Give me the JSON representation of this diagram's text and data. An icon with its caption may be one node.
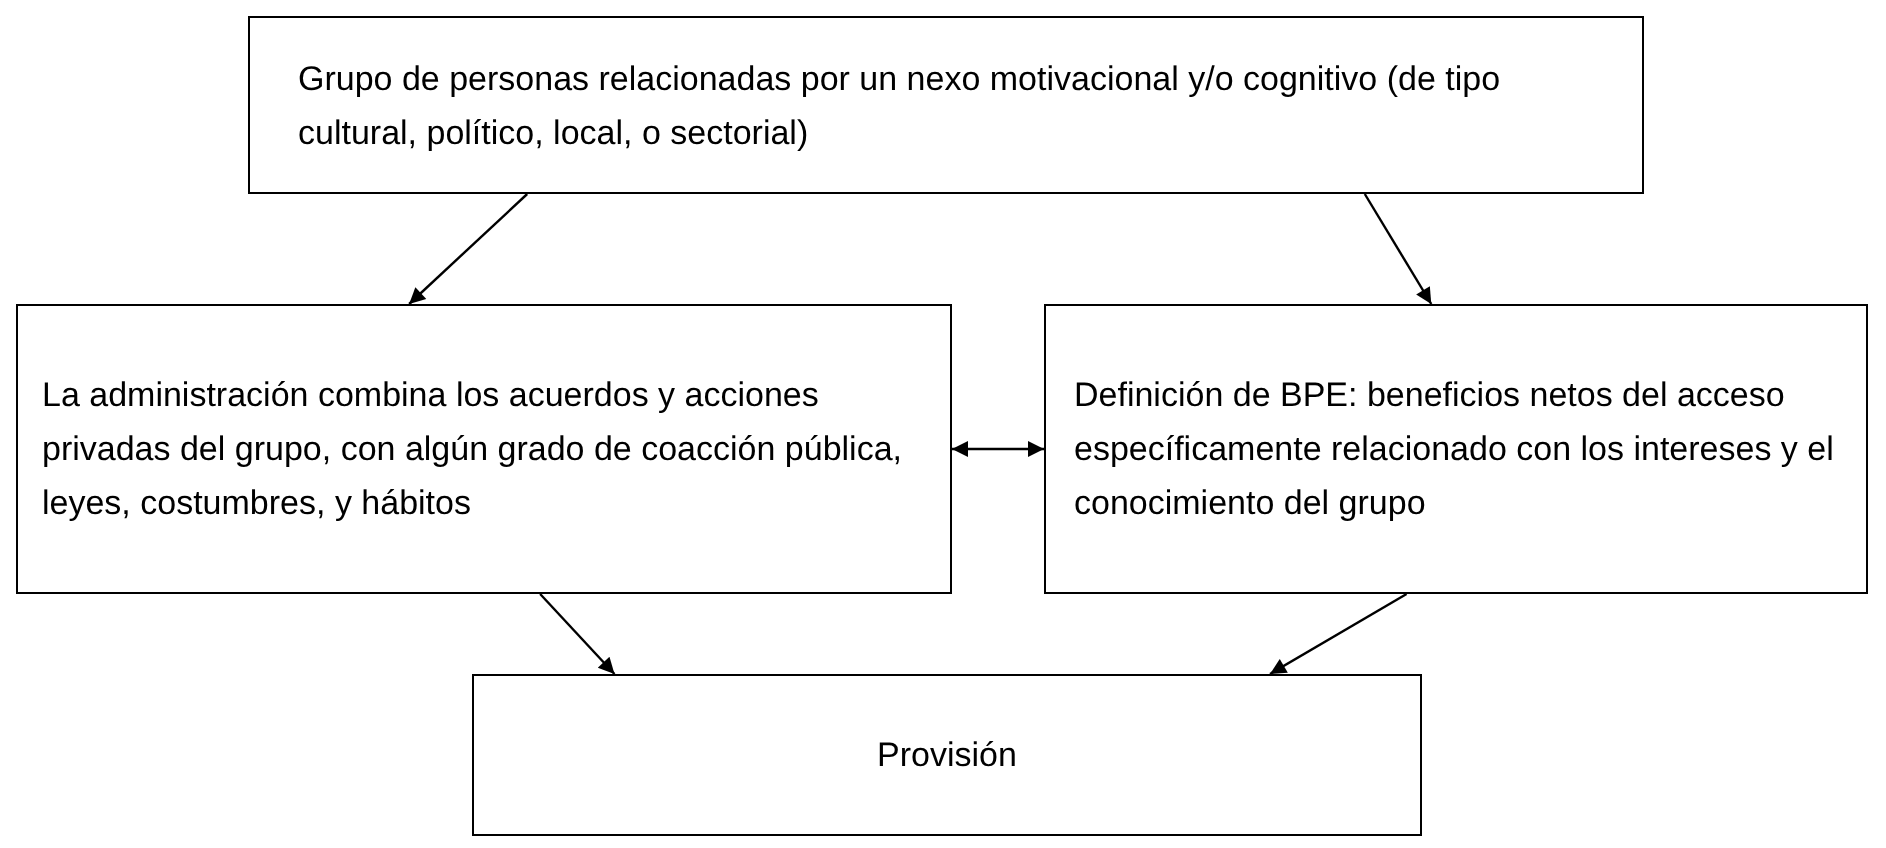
{
  "diagram": {
    "nodes": [
      {
        "text": [
          "Grupo de personas relacionadas por un nexo motivacional y/o cognitivo (de tipo cultural, político, local, o sectorial)"
        ]
      },
      {
        "text": [
          "La administración combina los acuerdos y acciones privadas del grupo, con algún grado de coacción pública, leyes, costumbres, y hábitos"
        ]
      },
      {
        "text": [
          "Definición de BPE: beneficios netos del acceso específicamente relacionado con los intereses y el conocimiento del grupo"
        ]
      },
      {
        "text": [
          "Provisión"
        ]
      }
    ],
    "edges": [
      {
        "from": 0,
        "to": 1,
        "arrow": "to"
      },
      {
        "from": 0,
        "to": 2,
        "arrow": "to"
      },
      {
        "from": 1,
        "to": 2,
        "arrow": "both"
      },
      {
        "from": 1,
        "to": 3,
        "arrow": "to"
      },
      {
        "from": 2,
        "to": 3,
        "arrow": "to"
      }
    ]
  }
}
